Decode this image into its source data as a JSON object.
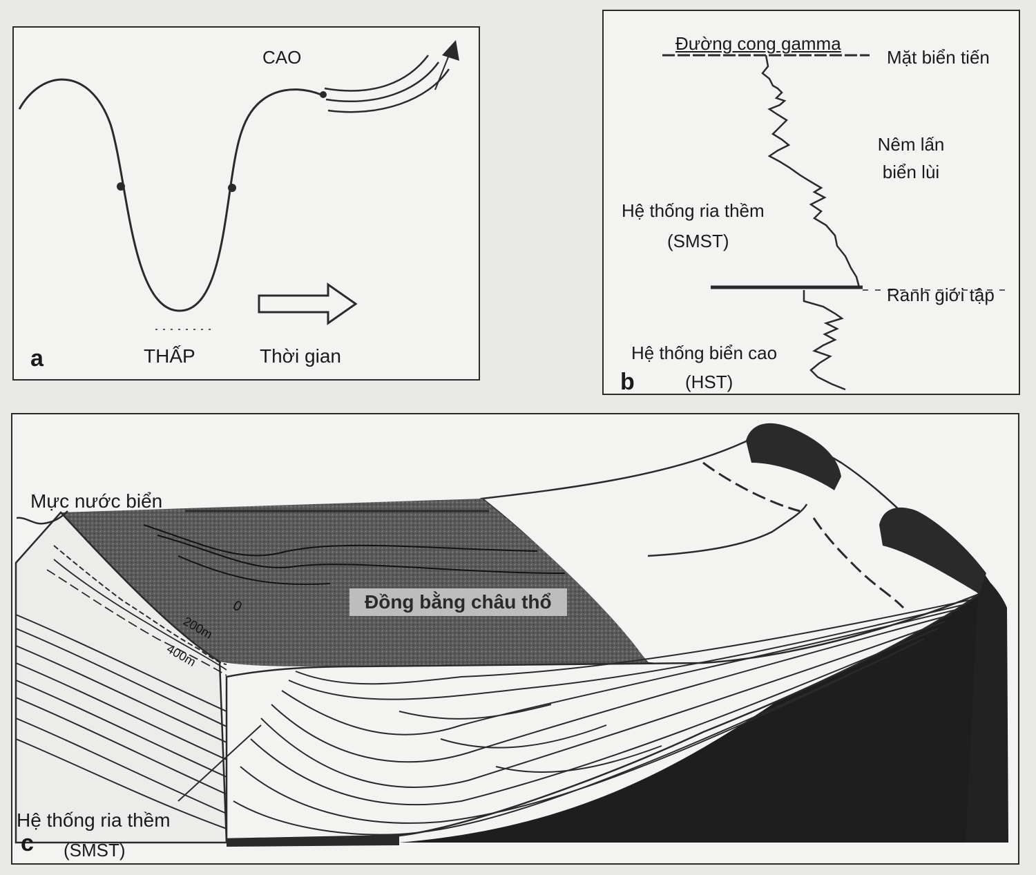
{
  "panel_a": {
    "letter": "a",
    "high_label": "CAO",
    "low_label": "THẤP",
    "time_label": "Thời gian"
  },
  "panel_b": {
    "letter": "b",
    "gamma_label": "Đường cong gamma",
    "transgressive_surface": "Mặt biển tiến",
    "wedge_label_line1": "Nêm lấn",
    "wedge_label_line2": "biển lùi",
    "smst_label_line1": "Hệ thống ria thềm",
    "smst_label_line2": "(SMST)",
    "boundary_label": "Ranh giới tập",
    "hst_label_line1": "Hệ thống biển cao",
    "hst_label_line2": "(HST)"
  },
  "panel_c": {
    "letter": "c",
    "sea_level_label": "Mực nước biển",
    "delta_plain_label": "Đồng bằng châu thổ",
    "depth_0": "0",
    "depth_200": "200m",
    "depth_400": "400m",
    "smst_label_line1": "Hệ thống ria thềm",
    "smst_label_line2": "(SMST)"
  }
}
